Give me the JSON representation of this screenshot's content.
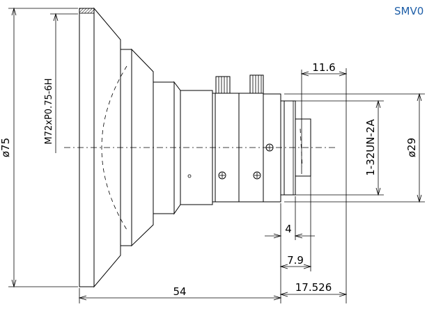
{
  "title": "SMV0",
  "dimensions": {
    "outer_diameter": "ø75",
    "filter_thread": "M72xP0.75-6H",
    "length": "54",
    "flange_depth": "11.6",
    "mount_diameter": "ø29",
    "mount_thread": "1-32UN-2A",
    "rear_a": "4",
    "rear_b": "7.9",
    "flange_back": "17.526"
  },
  "colors": {
    "title": "#1f5fa8",
    "line": "#000000"
  }
}
